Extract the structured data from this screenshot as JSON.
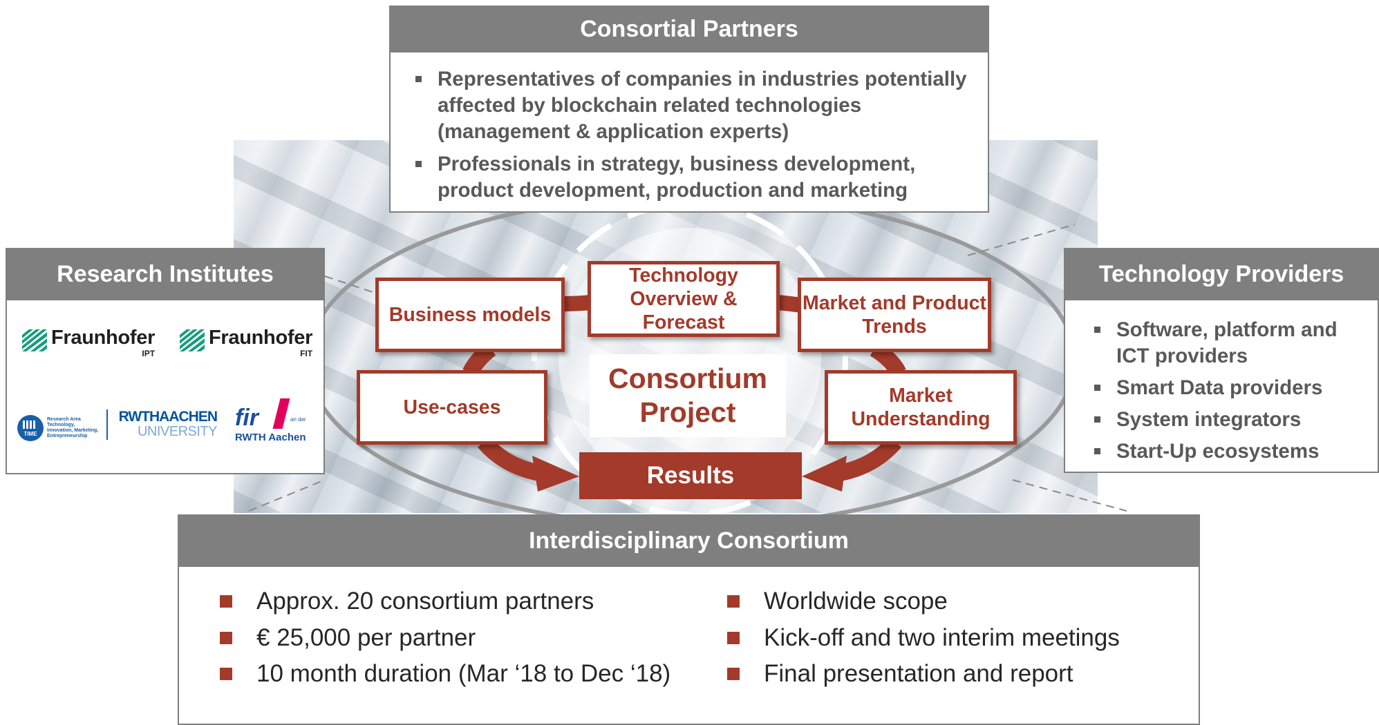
{
  "consortial_partners": {
    "title": "Consortial Partners",
    "items": [
      "Representatives of companies in industries potentially affected by blockchain related technologies (management & application experts)",
      "Professionals in strategy, business development, product development, production and marketing"
    ]
  },
  "research_institutes": {
    "title": "Research Institutes",
    "logos": [
      {
        "name": "Fraunhofer",
        "sub": "IPT"
      },
      {
        "name": "Fraunhofer",
        "sub": "FIT"
      },
      {
        "name": "TIME Research Area Technology, Innovation, Marketing, Entrepreneurship",
        "line1": "Research Area",
        "line2": "Technology,",
        "line3": "Innovation, Marketing,",
        "line4": "Entrepreneurship",
        "mark": "TIME"
      },
      {
        "name": "RWTH AACHEN UNIVERSITY",
        "line1": "RWTHAACHEN",
        "line2": "UNIVERSITY"
      },
      {
        "name": "fir an der RWTH Aachen",
        "line1": "fir",
        "line2": "an der",
        "line3": "RWTH Aachen"
      }
    ]
  },
  "technology_providers": {
    "title": "Technology Providers",
    "items": [
      "Software, platform and ICT providers",
      "Smart Data providers",
      "System integrators",
      "Start-Up ecosystems"
    ]
  },
  "cycle": {
    "business_models": "Business models",
    "technology": "Technology Overview & Forecast",
    "market_trends": "Market and Product Trends",
    "use_cases": "Use-cases",
    "market_understanding": "Market Understanding",
    "center_line1": "Consortium",
    "center_line2": "Project",
    "results": "Results"
  },
  "interdisciplinary": {
    "title": "Interdisciplinary Consortium",
    "left": [
      "Approx. 20 consortium partners",
      "€ 25,000 per partner",
      "10 month duration (Mar ‘18 to Dec ‘18)"
    ],
    "right": [
      "Worldwide scope",
      "Kick-off and two interim meetings",
      "Final presentation and report"
    ]
  },
  "colors": {
    "accent": "#a33a2a",
    "header_gray": "#7f7f7f",
    "bullet_text": "#595959",
    "fraunhofer_green": "#179c7d",
    "rwth_blue": "#00549f"
  }
}
